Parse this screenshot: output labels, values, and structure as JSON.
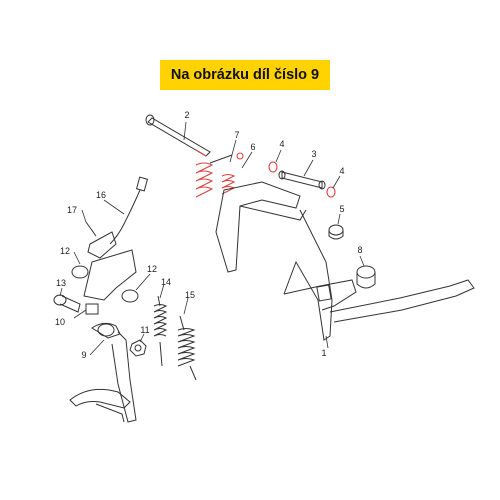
{
  "banner": {
    "text": "Na obrázku díl číslo 9",
    "color": "#ffd200"
  },
  "accent_color": "#e04040",
  "callouts": [
    "1",
    "2",
    "3",
    "4",
    "4",
    "5",
    "6",
    "7",
    "8",
    "9",
    "10",
    "11",
    "12",
    "12",
    "13",
    "14",
    "15",
    "16",
    "17"
  ]
}
